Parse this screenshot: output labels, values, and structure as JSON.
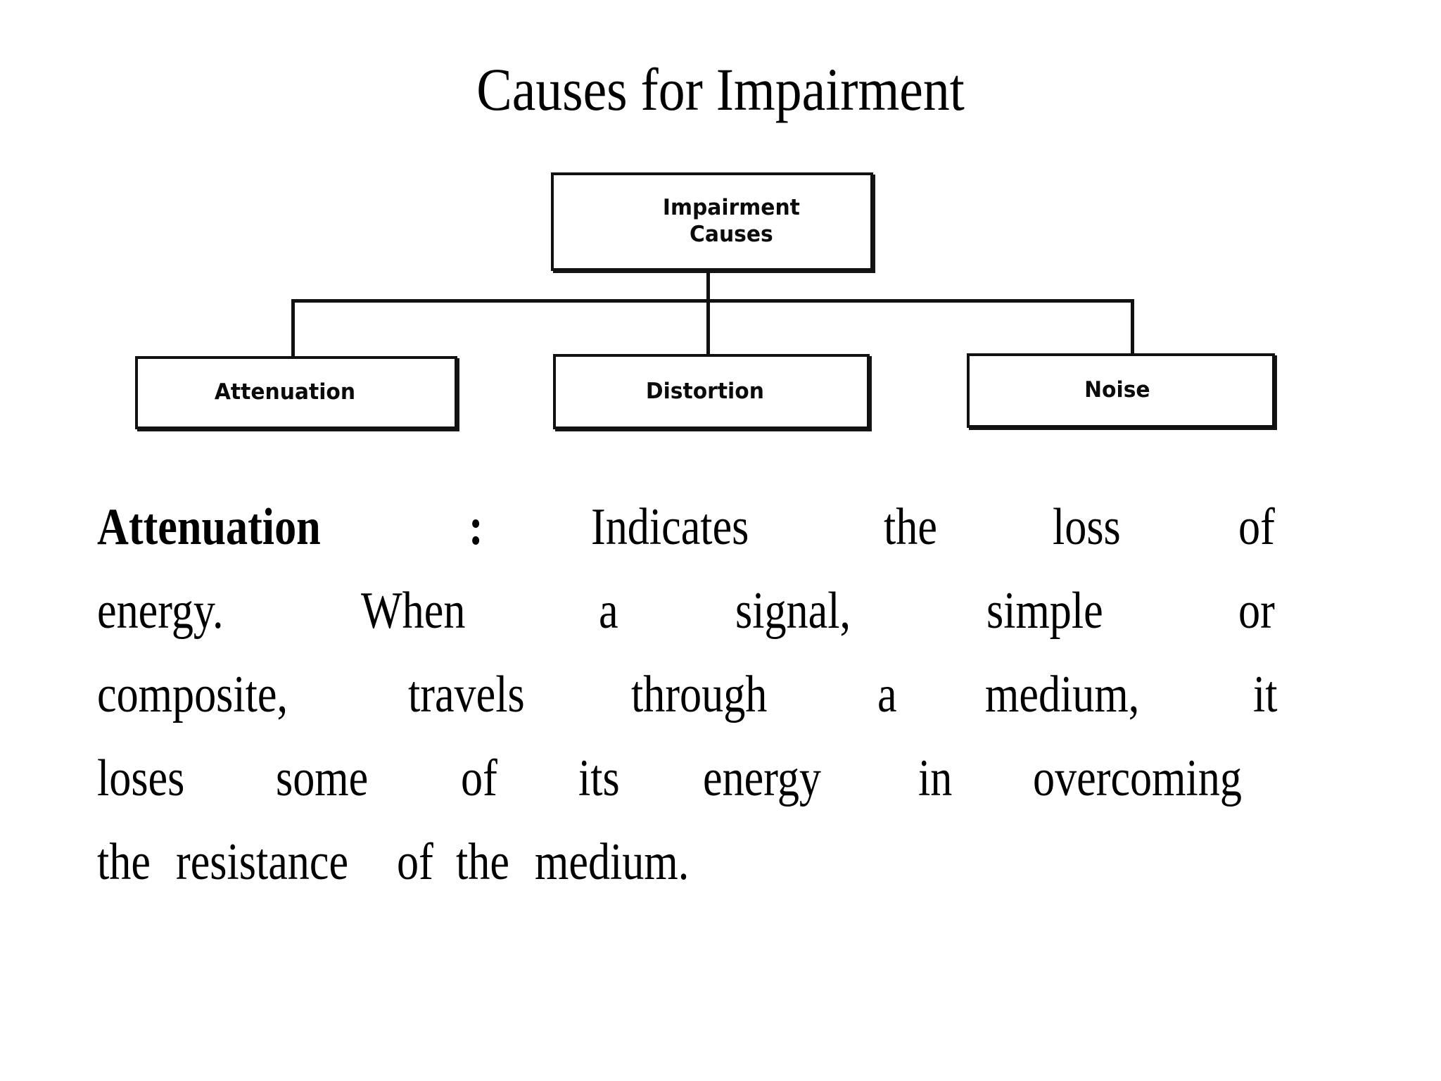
{
  "slide": {
    "title": "Causes for Impairment",
    "background_color": "#ffffff",
    "text_color": "#000000",
    "line_color": "#111111"
  },
  "diagram": {
    "type": "tree",
    "root": {
      "id": "impairment-causes",
      "label_line1": "Impairment",
      "label_line2": "Causes"
    },
    "children": [
      {
        "id": "attenuation",
        "label": "Attenuation"
      },
      {
        "id": "distortion",
        "label": "Distortion"
      },
      {
        "id": "noise",
        "label": "Noise"
      }
    ]
  },
  "body": {
    "lead_label": "Attenuation",
    "lead_colon": ":",
    "full_text": "Attenuation : Indicates the loss of energy. When a signal, simple or composite, travels through a medium, it loses some of its energy in overcoming the resistance of the medium.",
    "lines": [
      {
        "words": [
          "Attenuation",
          ":",
          "Indicates",
          "the",
          "loss",
          "of"
        ],
        "bold_count": 2
      },
      {
        "words": [
          "energy.",
          "When",
          "a",
          "signal,",
          "simple",
          "or"
        ],
        "bold_count": 0
      },
      {
        "words": [
          "composite,",
          "travels",
          "through",
          "a",
          "medium,",
          "it"
        ],
        "bold_count": 0
      },
      {
        "words": [
          "loses",
          "some",
          "of",
          "its",
          "energy",
          "in",
          "overcoming"
        ],
        "bold_count": 0
      },
      {
        "words": [
          "the",
          "resistance",
          "of",
          "the",
          "medium."
        ],
        "bold_count": 0
      }
    ]
  }
}
